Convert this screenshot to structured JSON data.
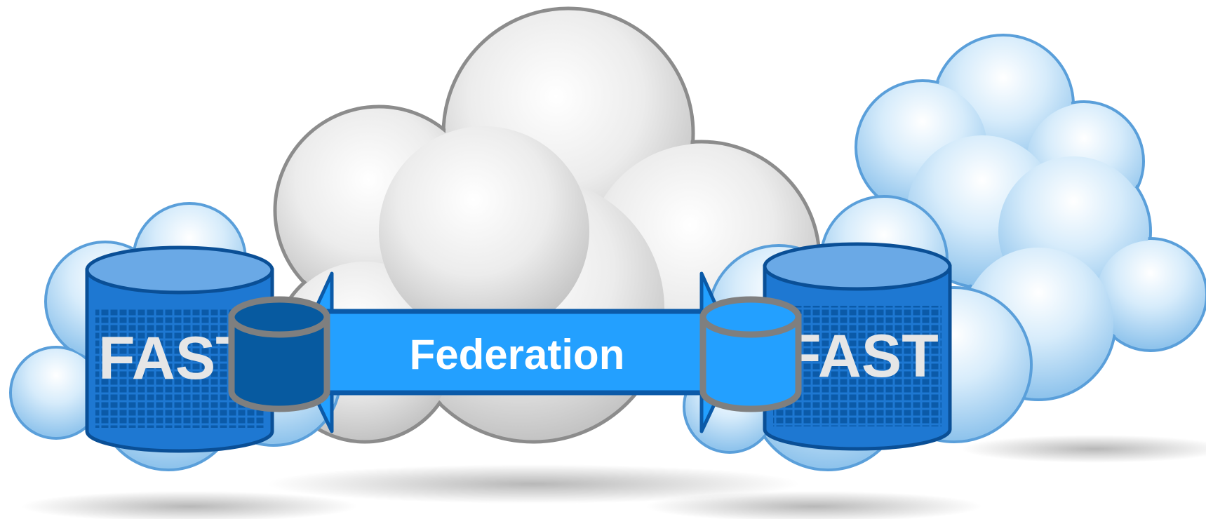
{
  "diagram": {
    "left_store_label": "FAST",
    "right_store_label": "FAST",
    "link_label": "Federation"
  },
  "colors": {
    "cloud_grey": "#d6d6d6",
    "cloud_blue": "#bcdcf5",
    "store_blue": "#1e78d2",
    "store_top": "#6aa9e6",
    "store_grid": "#0b5aa8",
    "link_blue": "#23a0ff",
    "link_border": "#0b5aa8",
    "left_connector": "#075aa0",
    "right_connector": "#23a0ff",
    "connector_rim": "#7f7f7f",
    "label_light": "#e6e6e6",
    "label_white": "#ffffff"
  }
}
